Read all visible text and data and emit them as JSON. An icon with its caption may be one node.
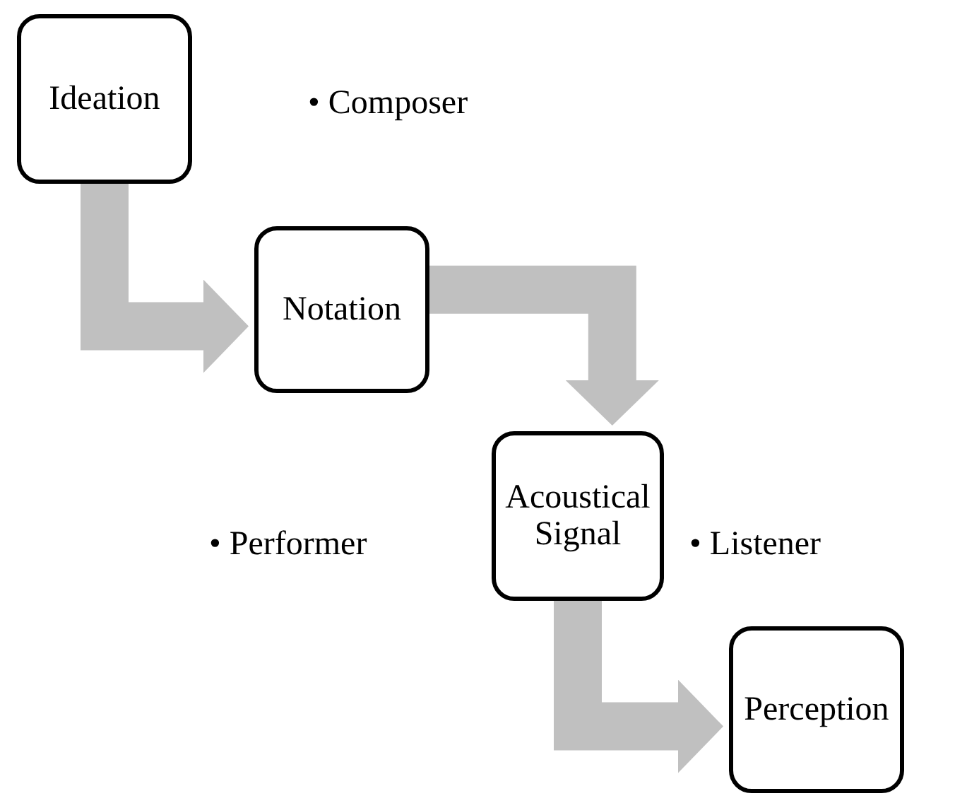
{
  "diagram": {
    "nodes": [
      {
        "text": [
          "Ideation"
        ],
        "beside": [
          "• Composer"
        ]
      },
      {
        "text": [
          "Notation"
        ]
      },
      {
        "text": [
          "Acoustical Signal"
        ],
        "beside": [
          "• Listener"
        ]
      },
      {
        "text": [
          "Perception"
        ]
      }
    ],
    "edges": [
      {
        "from": 0,
        "to": 1,
        "arrow": "to"
      },
      {
        "from": 1,
        "to": 2,
        "arrow": "to"
      },
      {
        "from": 2,
        "to": 3,
        "arrow": "to"
      }
    ],
    "labels": [
      "• Performer"
    ]
  }
}
